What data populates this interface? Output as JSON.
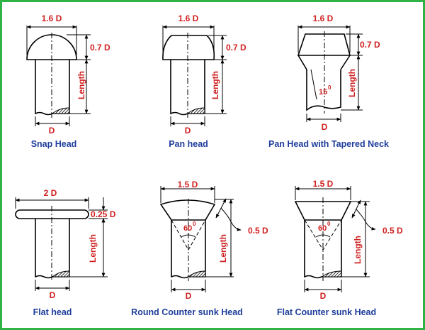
{
  "colors": {
    "dimension_text": "#d02020",
    "caption_text": "#1f3e9c",
    "border": "#2fb345",
    "outline": "#000000"
  },
  "rivets": {
    "snap": {
      "caption": "Snap Head",
      "head_width": "1.6 D",
      "head_height": "0.7 D",
      "length": "Length",
      "diameter": "D"
    },
    "pan": {
      "caption": "Pan head",
      "head_width": "1.6 D",
      "head_height": "0.7 D",
      "length": "Length",
      "diameter": "D"
    },
    "pan_tapered": {
      "caption": "Pan Head with Tapered Neck",
      "head_width": "1.6 D",
      "head_height": "0.7 D",
      "length": "Length",
      "diameter": "D",
      "neck_angle": "15",
      "degree_mark": "0"
    },
    "flat": {
      "caption": "Flat head",
      "head_width": "2 D",
      "head_height": "0.25 D",
      "length": "Length",
      "diameter": "D"
    },
    "round_countersunk": {
      "caption": "Round Counter sunk Head",
      "head_width": "1.5 D",
      "head_height": "0.5 D",
      "length": "Length",
      "diameter": "D",
      "countersink_angle": "60",
      "degree_mark": "0"
    },
    "flat_countersunk": {
      "caption": "Flat Counter sunk Head",
      "head_width": "1.5 D",
      "head_height": "0.5 D",
      "length": "Length",
      "diameter": "D",
      "countersink_angle": "60",
      "degree_mark": "0"
    }
  }
}
